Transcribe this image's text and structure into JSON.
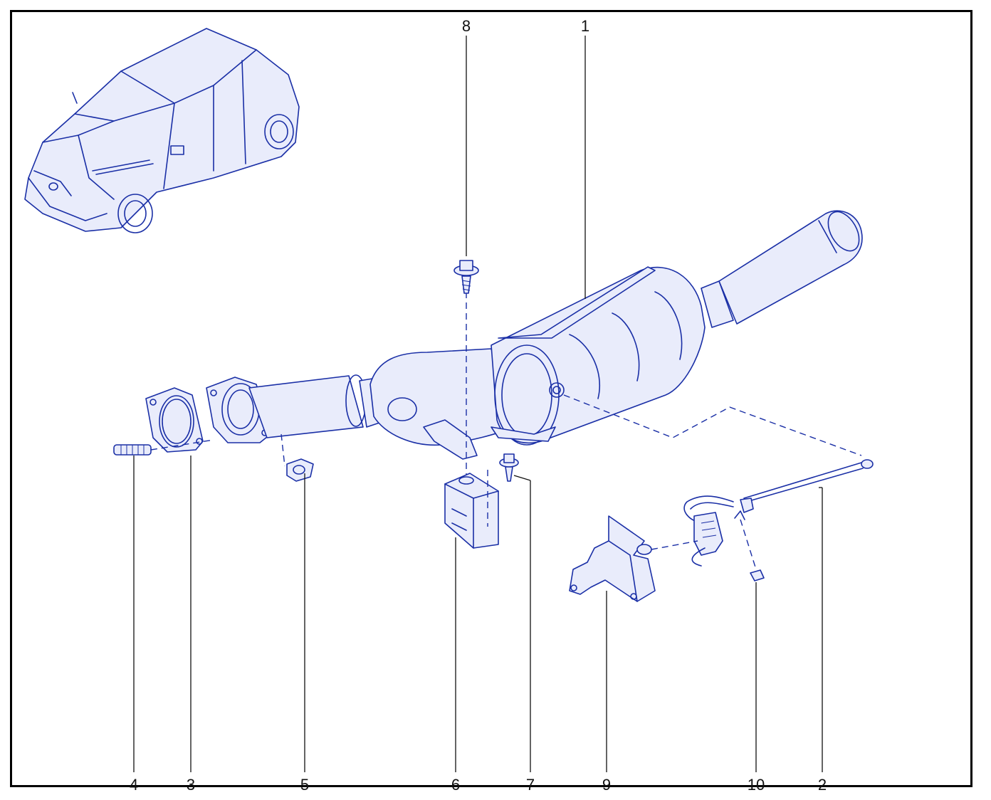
{
  "callouts": [
    {
      "id": "1",
      "label": "1"
    },
    {
      "id": "2",
      "label": "2"
    },
    {
      "id": "3",
      "label": "3"
    },
    {
      "id": "4",
      "label": "4"
    },
    {
      "id": "5",
      "label": "5"
    },
    {
      "id": "6",
      "label": "6"
    },
    {
      "id": "7",
      "label": "7"
    },
    {
      "id": "8",
      "label": "8"
    },
    {
      "id": "9",
      "label": "9"
    },
    {
      "id": "10",
      "label": "10"
    }
  ],
  "colors": {
    "line_art": "#1a2fa6",
    "callout_text": "#111111",
    "frame": "#000000"
  }
}
